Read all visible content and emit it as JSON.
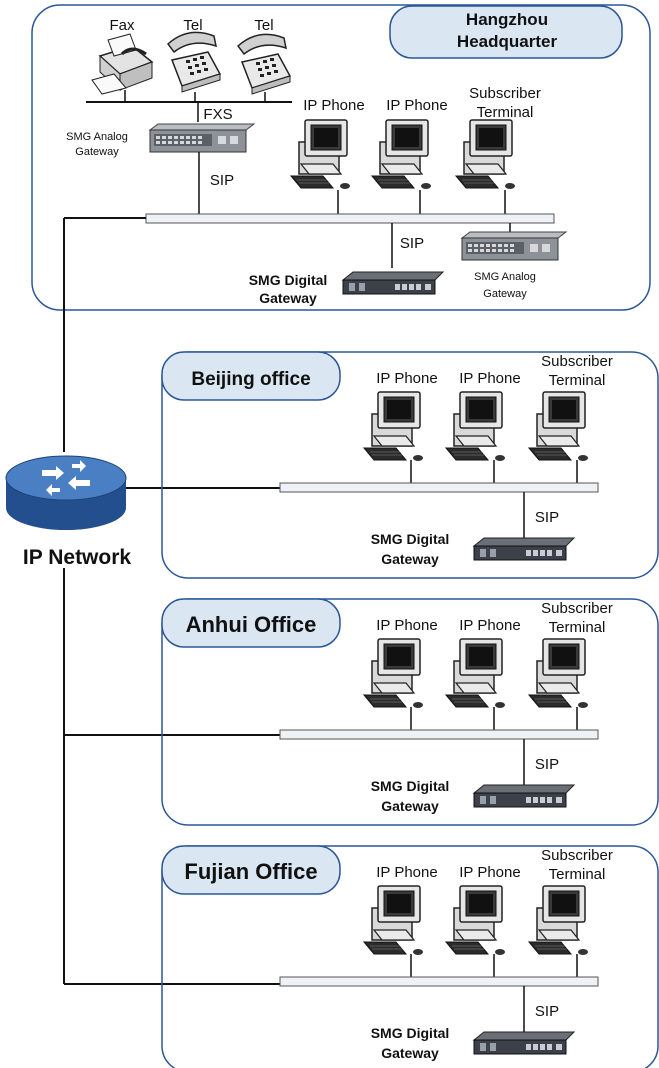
{
  "hq": {
    "title_line1": "Hangzhou",
    "title_line2": "Headquarter",
    "fax_label": "Fax",
    "tel1_label": "Tel",
    "tel2_label": "Tel",
    "fxs_label": "FXS",
    "analog_gw_line1": "SMG Analog",
    "analog_gw_line2": "Gateway",
    "sip_label_1": "SIP",
    "sip_label_2": "SIP",
    "ip_phone_1": "IP Phone",
    "ip_phone_2": "IP Phone",
    "subscriber_line1": "Subscriber",
    "subscriber_line2": "Terminal",
    "digital_gw_line1": "SMG Digital",
    "digital_gw_line2": "Gateway",
    "analog_gw2_line1": "SMG Analog",
    "analog_gw2_line2": "Gateway"
  },
  "network": {
    "label": "IP Network"
  },
  "offices": [
    {
      "title": "Beijing office",
      "ip_phone_1": "IP Phone",
      "ip_phone_2": "IP Phone",
      "subscriber_line1": "Subscriber",
      "subscriber_line2": "Terminal",
      "sip_label": "SIP",
      "digital_gw_line1": "SMG Digital",
      "digital_gw_line2": "Gateway"
    },
    {
      "title": "Anhui Office",
      "ip_phone_1": "IP Phone",
      "ip_phone_2": "IP Phone",
      "subscriber_line1": "Subscriber",
      "subscriber_line2": "Terminal",
      "sip_label": "SIP",
      "digital_gw_line1": "SMG Digital",
      "digital_gw_line2": "Gateway"
    },
    {
      "title": "Fujian Office",
      "ip_phone_1": "IP Phone",
      "ip_phone_2": "IP Phone",
      "subscriber_line1": "Subscriber",
      "subscriber_line2": "Terminal",
      "sip_label": "SIP",
      "digital_gw_line1": "SMG Digital",
      "digital_gw_line2": "Gateway"
    }
  ],
  "colors": {
    "region_border": "#2b5797",
    "title_fill": "#dbe6f3",
    "router_blue": "#3b6fb6",
    "bus_fill": "#eef1f5"
  }
}
